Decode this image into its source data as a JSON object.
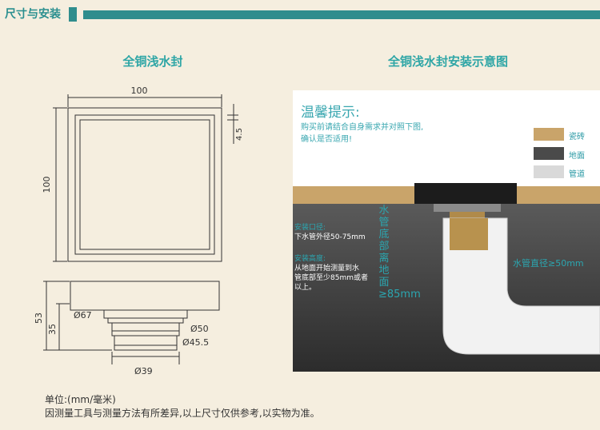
{
  "header": {
    "title": "尺寸与安装"
  },
  "left": {
    "title": "全铜浅水封",
    "dims": {
      "top_width": "100",
      "side_height": "100",
      "flange": "4.5",
      "total_height": "53",
      "body_height": "35",
      "d67": "Ø67",
      "d50": "Ø50",
      "d455": "Ø45.5",
      "d39": "Ø39"
    }
  },
  "right": {
    "title": "全铜浅水封安装示意图",
    "tip_title": "温馨提示:",
    "tip_lines": [
      "购买前请结合自身需求并对照下图,",
      "确认是否适用!"
    ],
    "legend": [
      {
        "label": "瓷砖",
        "color": "#c9a46a"
      },
      {
        "label": "地面",
        "color": "#4a4a4a"
      },
      {
        "label": "管道",
        "color": "#d9d9d9"
      }
    ],
    "install_mouth_title": "安装口径:",
    "install_mouth_text": "下水管外径50-75mm",
    "install_height_title": "安装高度:",
    "install_height_lines": [
      "从地面开始测量到水",
      "管底部至少85mm或者",
      "以上。"
    ],
    "vertical_label": "水管底部离地面≥85mm",
    "pipe_label": "水管直径≥50mm"
  },
  "note": {
    "unit": "单位:(mm/毫米)",
    "disclaimer": "因测量工具与测量方法有所差异,以上尺寸仅供参考,以实物为准。"
  }
}
